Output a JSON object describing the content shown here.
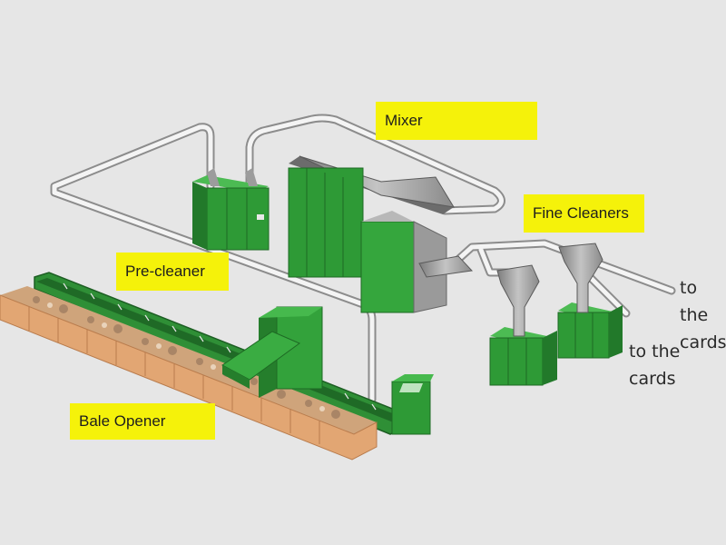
{
  "labels": {
    "mixer": "Mixer",
    "fine_cleaners": "Fine Cleaners",
    "pre_cleaner": "Pre-cleaner",
    "bale_opener": "Bale Opener"
  },
  "outputs": [
    {
      "line1": "to the",
      "line2": "cards"
    },
    {
      "line1": "to the",
      "line2": "cards"
    }
  ],
  "colors": {
    "background": "#e6e6e6",
    "label_fill": "#f5f20a",
    "machine_green": "#2e9a36",
    "machine_dark": "#1f6e27",
    "steel": "#9a9a9a",
    "bale": "#e0a070",
    "duct": "#c8c8c8"
  }
}
